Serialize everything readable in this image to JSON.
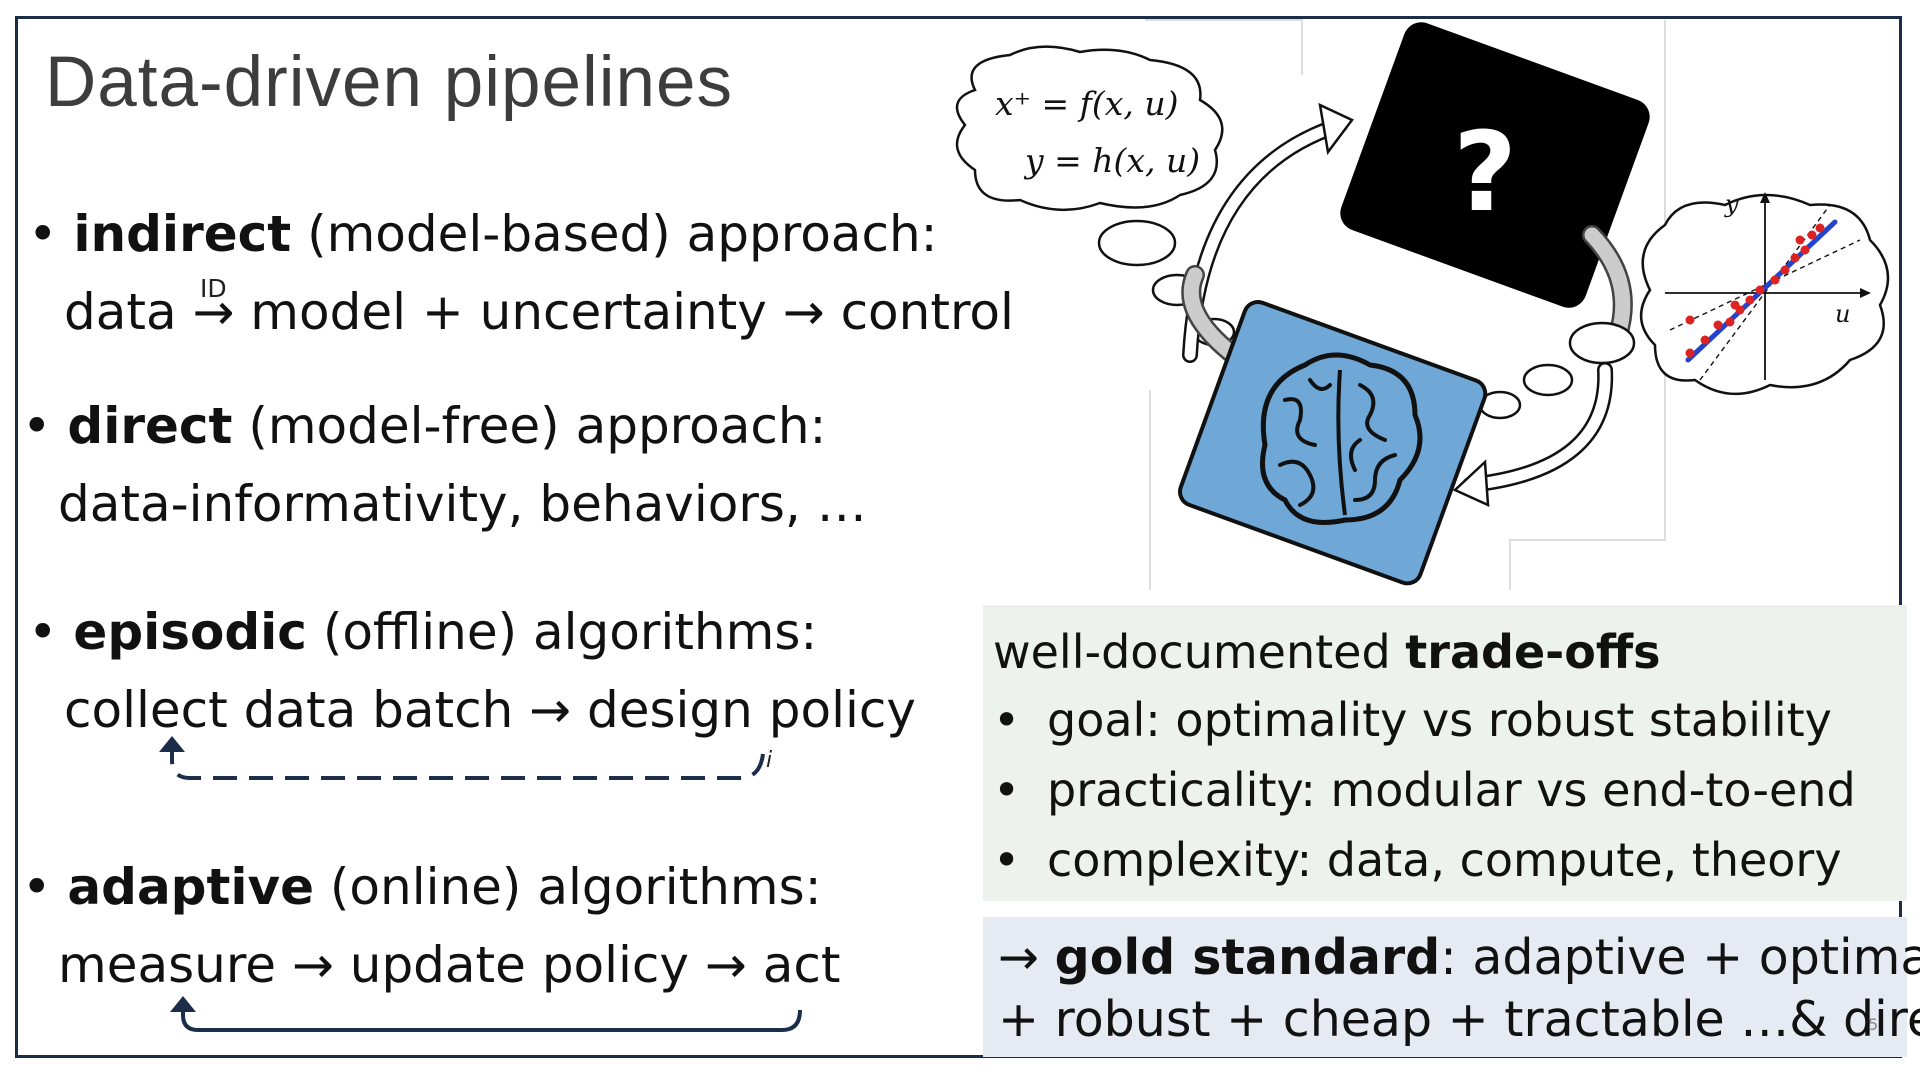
{
  "title": "Data-driven pipelines",
  "bullets": {
    "indirect": {
      "keyword": "indirect",
      "qualifier": " (model-based) approach:",
      "line2_a": "data ",
      "arrow_label": "ID",
      "line2_b": "→ model + uncertainty → control"
    },
    "direct": {
      "keyword": "direct",
      "qualifier": " (model-free) approach:",
      "line2": "data-informativity, behaviors, …"
    },
    "episodic": {
      "keyword": "episodic",
      "qualifier": " (offline) algorithms:",
      "line2": "collect data batch → design policy",
      "loop_mark": "i"
    },
    "adaptive": {
      "keyword": "adaptive",
      "qualifier": " (online) algorithms:",
      "line2": "measure → update policy → act"
    }
  },
  "bullet_symbol": "•",
  "tradeoffs": {
    "heading_a": "well-documented ",
    "heading_b": "trade-offs",
    "items": [
      "goal: optimality vs robust stability",
      "practicality: modular vs end-to-end",
      "complexity: data, compute, theory"
    ]
  },
  "gold": {
    "arrow": "→ ",
    "keyword": "gold standard",
    "line1_rest": ": adaptive + optimal",
    "line2": "+ robust + cheap + tractable …& direct"
  },
  "figure": {
    "equation_1": "x⁺ = f(x, u)",
    "equation_2": "y = h(x, u)",
    "black_box_symbol": "?",
    "axis_y": "y",
    "axis_u": "u"
  },
  "page_number": "5",
  "colors": {
    "frame": "#1c2d4a",
    "title": "#3d3d3d",
    "tradeoff_bg": "#eef2ee",
    "gold_bg": "#e6ebf3",
    "brain_tile": "#6fa8d6",
    "loop_arrow": "#1c2d4a",
    "fit_line": "#2244cc",
    "data_points": "#dd2222"
  }
}
